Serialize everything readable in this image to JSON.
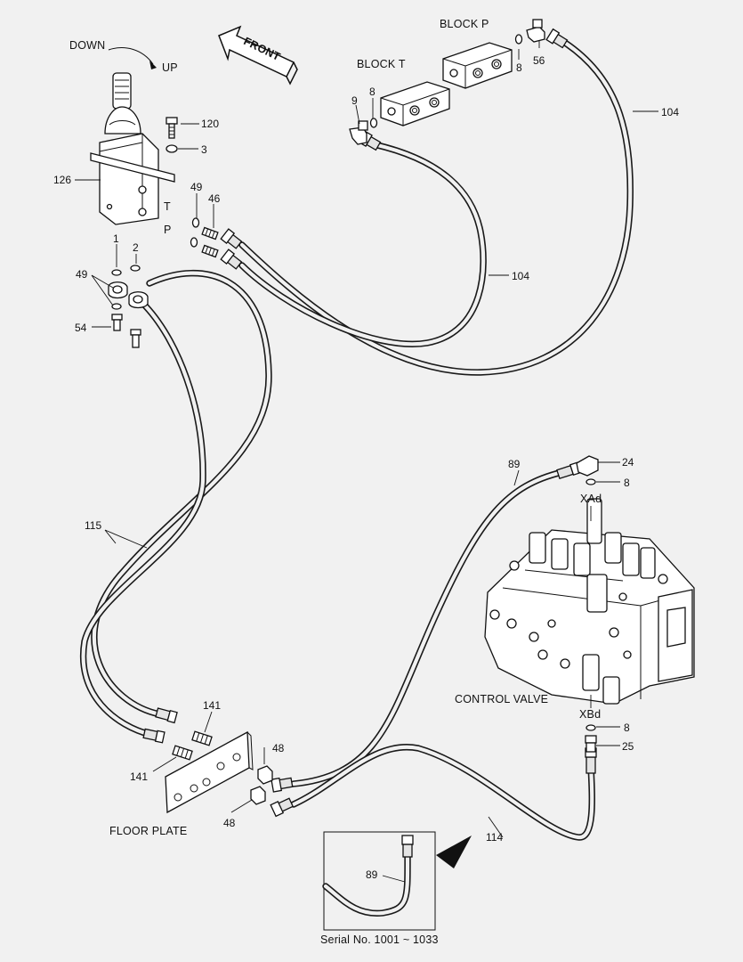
{
  "labels": {
    "down": "DOWN",
    "up": "UP",
    "front": "FRONT",
    "block_p": "BLOCK P",
    "block_t": "BLOCK T",
    "port_t": "T",
    "port_p": "P",
    "xad": "XAd",
    "xbd": "XBd",
    "control_valve": "CONTROL VALVE",
    "floor_plate": "FLOOR PLATE",
    "serial": "Serial No. 1001 ~ 1033"
  },
  "callouts": {
    "c120": "120",
    "c3": "3",
    "c126": "126",
    "c49a": "49",
    "c46": "46",
    "c1": "1",
    "c2": "2",
    "c49b": "49",
    "c54": "54",
    "c9": "9",
    "c8a": "8",
    "c8b": "8",
    "c56": "56",
    "c104a": "104",
    "c104b": "104",
    "c89a": "89",
    "c24": "24",
    "c8c": "8",
    "c115": "115",
    "c141a": "141",
    "c141b": "141",
    "c48a": "48",
    "c48b": "48",
    "c8d": "8",
    "c25": "25",
    "c114": "114",
    "c89b": "89"
  },
  "icons": [
    "rotation-arrow-icon",
    "front-direction-arrow-icon",
    "view-pointer-arrow-icon"
  ]
}
